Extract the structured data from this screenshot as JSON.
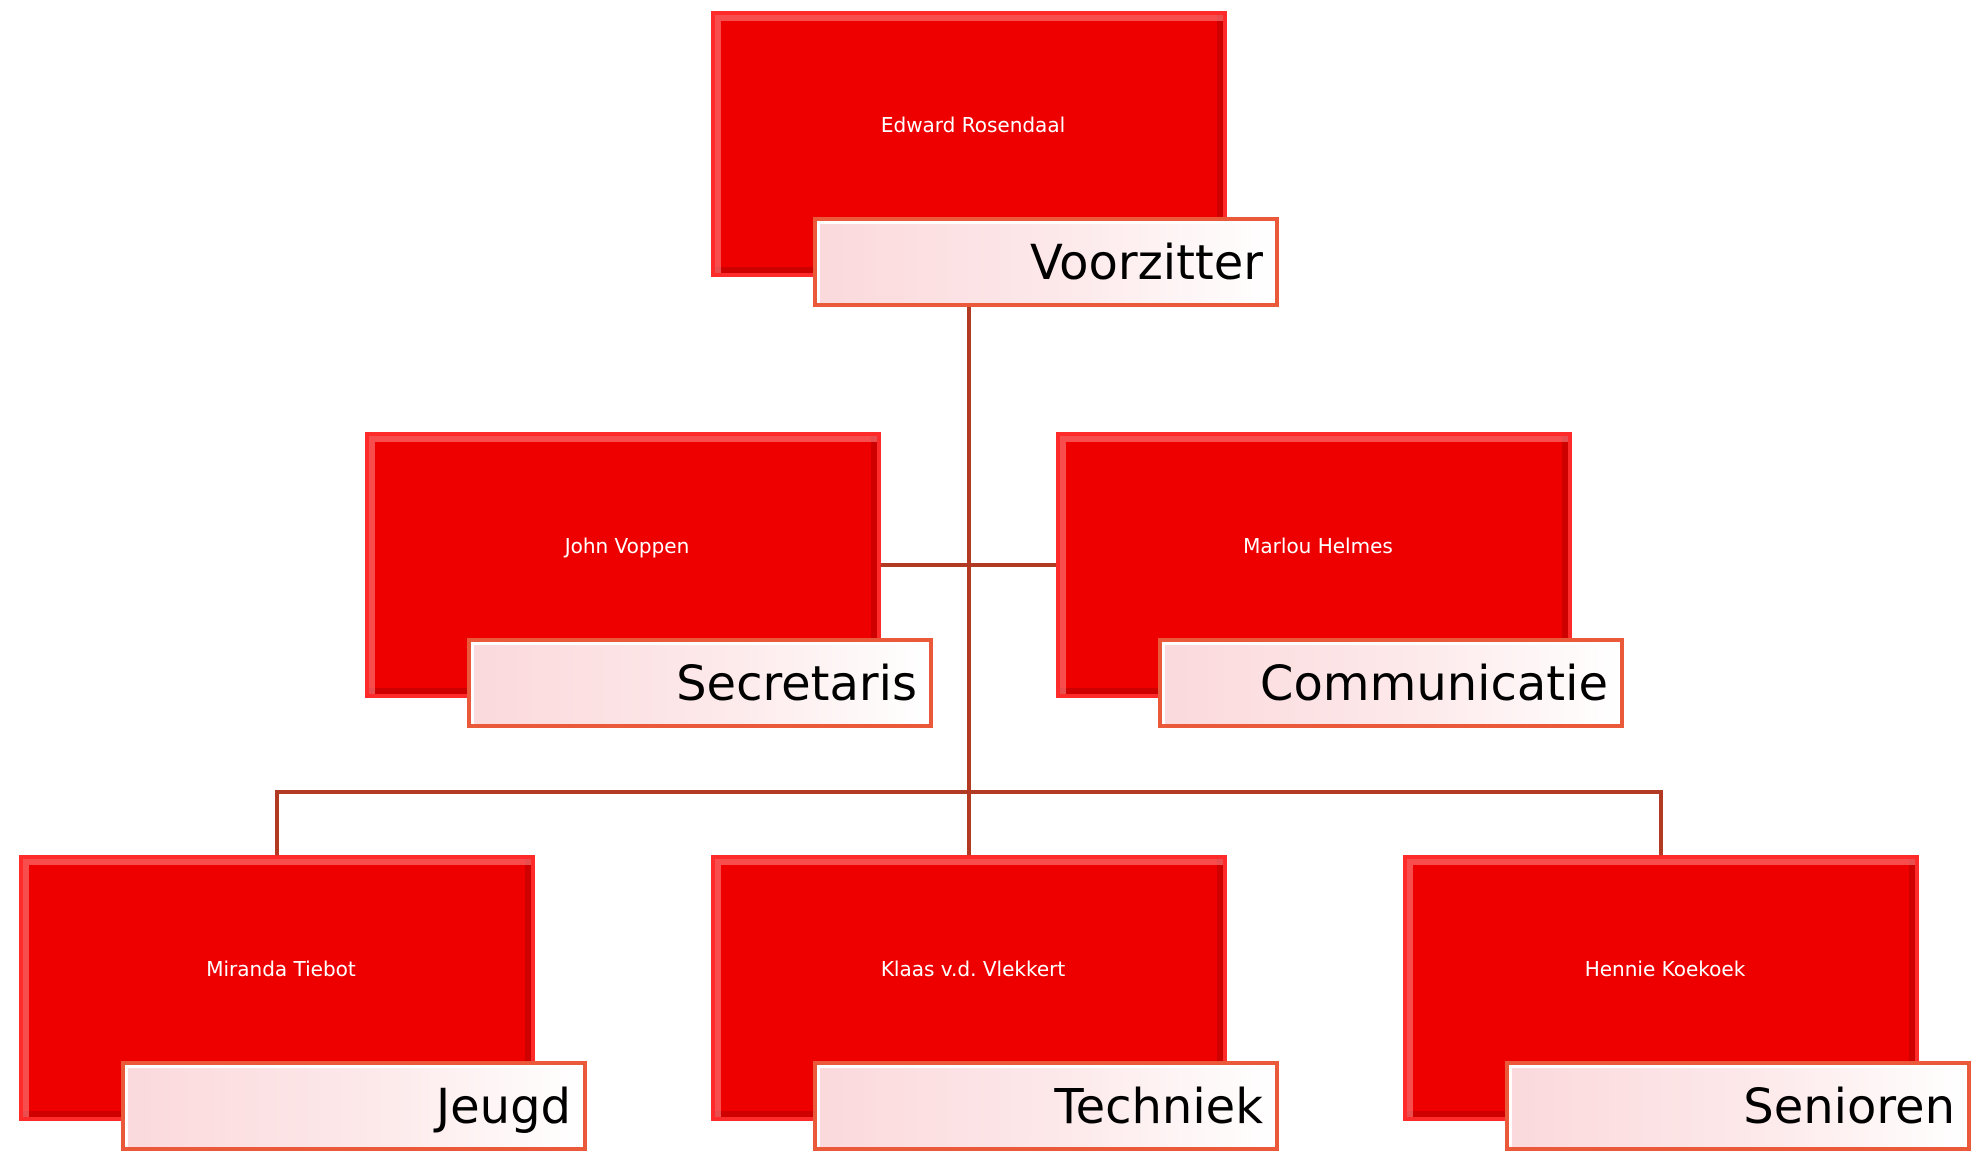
{
  "org_chart": {
    "line_color": "#b23a22",
    "box_color": "#ee0000",
    "role_border_color": "#ea5a3a",
    "root": {
      "name": "Edward Rosendaal",
      "role": "Voorzitter"
    },
    "assistants": [
      {
        "name": "John Voppen",
        "role": "Secretaris"
      },
      {
        "name": "Marlou Helmes",
        "role": "Communicatie"
      }
    ],
    "members": [
      {
        "name": "Miranda Tiebot",
        "role": "Jeugd"
      },
      {
        "name": "Klaas v.d. Vlekkert",
        "role": "Techniek"
      },
      {
        "name": "Hennie Koekoek",
        "role": "Senioren"
      }
    ]
  }
}
